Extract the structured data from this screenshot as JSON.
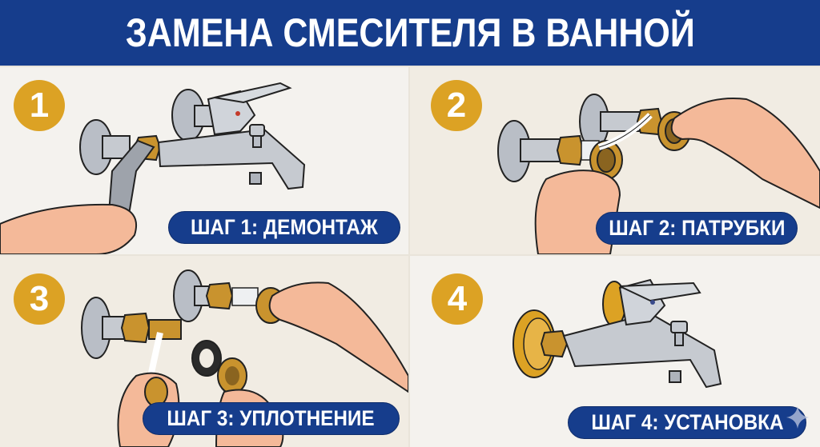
{
  "header": {
    "title": "ЗАМЕНА СМЕСИТЕЛЯ В ВАННОЙ"
  },
  "colors": {
    "header_bg": "#163d8c",
    "badge_bg": "#dca224",
    "pill_bg": "#163d8c",
    "text": "#ffffff",
    "brass": "#c9932e",
    "chrome": "#b9bec6",
    "skin": "#f4b999"
  },
  "steps": [
    {
      "number": "1",
      "label": "ШАГ 1: ДЕМОНТАЖ",
      "illustration": "wrench-removing-faucet"
    },
    {
      "number": "2",
      "label": "ШАГ 2: ПАТРУБКИ",
      "illustration": "hands-wrapping-tape-on-eccentrics"
    },
    {
      "number": "3",
      "label": "ШАГ 3: УПЛОТНЕНИЕ",
      "illustration": "gasket-and-nuts-sealing"
    },
    {
      "number": "4",
      "label": "ШАГ 4: УСТАНОВКА",
      "illustration": "installed-faucet"
    }
  ]
}
